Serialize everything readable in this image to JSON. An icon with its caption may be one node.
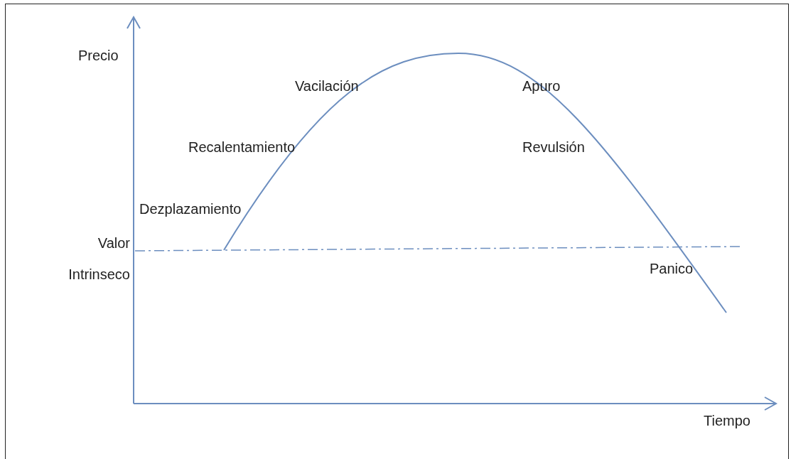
{
  "diagram": {
    "labels": [
      "Precio",
      "Vacilación",
      "Apuro",
      "Recalentamiento",
      "Revulsión",
      "Dezplazamiento",
      "Valor Intrinseco",
      "Panico",
      "Tiempo"
    ]
  }
}
